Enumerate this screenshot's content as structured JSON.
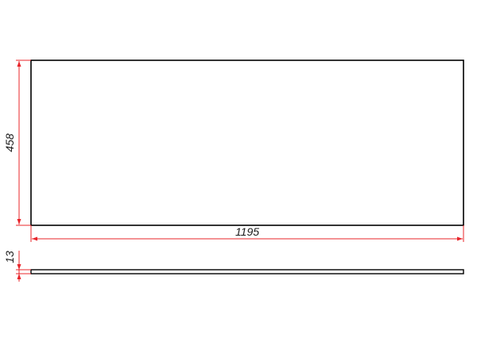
{
  "drawing": {
    "front_view": {
      "width_dimension": "1195",
      "height_dimension": "458"
    },
    "side_view": {
      "thickness_dimension": "13"
    }
  },
  "colors": {
    "outline": "#000000",
    "dimension_line": "#e8242a",
    "dimension_text": "#1a1a1a"
  }
}
